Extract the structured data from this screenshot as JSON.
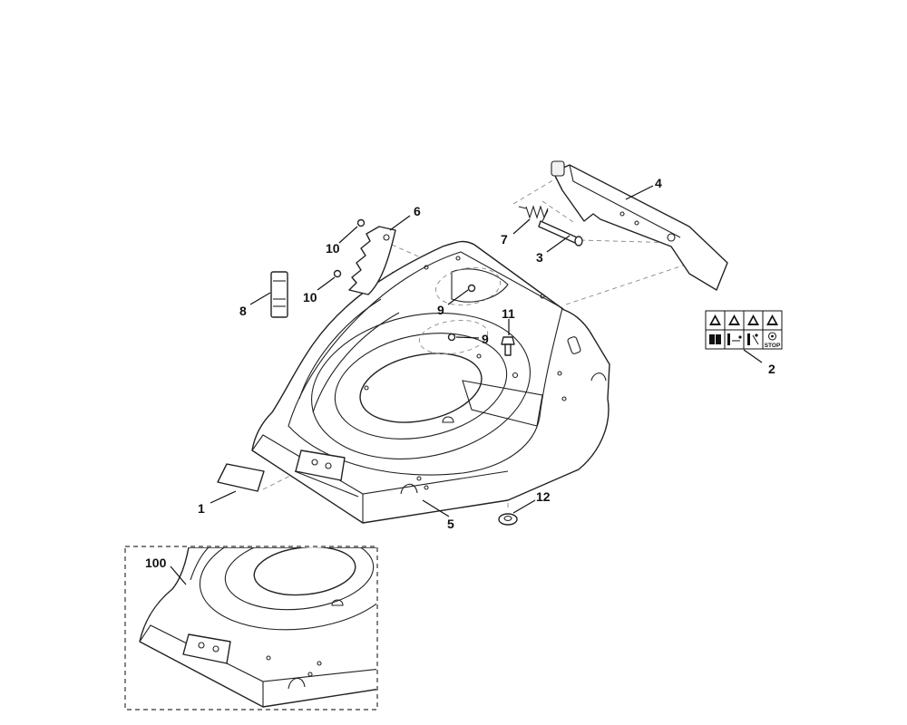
{
  "callouts": {
    "c1": "1",
    "c2": "2",
    "c3": "3",
    "c4": "4",
    "c5": "5",
    "c6": "6",
    "c7": "7",
    "c8": "8",
    "c9a": "9",
    "c9b": "9",
    "c10a": "10",
    "c10b": "10",
    "c11": "11",
    "c12": "12",
    "c100": "100"
  },
  "safety_label": {
    "stop_text": "STOP"
  }
}
